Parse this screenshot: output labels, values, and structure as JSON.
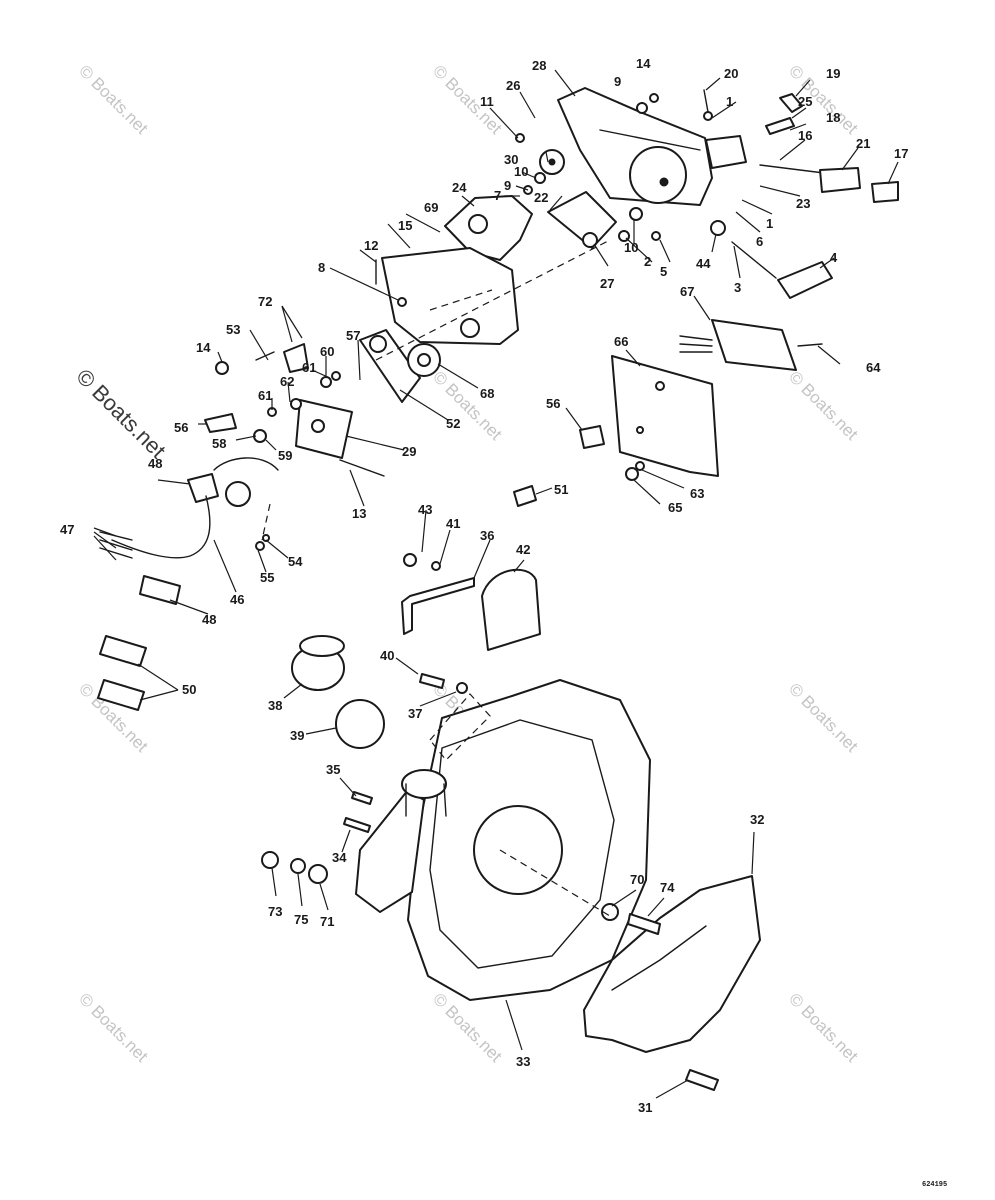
{
  "diagram": {
    "callouts": [
      "1",
      "1",
      "2",
      "3",
      "4",
      "5",
      "6",
      "7",
      "8",
      "9",
      "9",
      "10",
      "10",
      "11",
      "12",
      "13",
      "14",
      "14",
      "15",
      "16",
      "17",
      "18",
      "19",
      "20",
      "21",
      "22",
      "23",
      "24",
      "25",
      "26",
      "27",
      "28",
      "29",
      "30",
      "31",
      "32",
      "33",
      "34",
      "35",
      "36",
      "37",
      "38",
      "39",
      "40",
      "41",
      "42",
      "43",
      "44",
      "46",
      "47",
      "48",
      "48",
      "50",
      "51",
      "52",
      "53",
      "54",
      "55",
      "56",
      "56",
      "57",
      "58",
      "59",
      "60",
      "61",
      "61",
      "62",
      "63",
      "64",
      "65",
      "66",
      "67",
      "68",
      "69",
      "70",
      "71",
      "72",
      "73",
      "74",
      "75"
    ],
    "watermark": "© Boats.net",
    "drawing_code": "624195"
  }
}
